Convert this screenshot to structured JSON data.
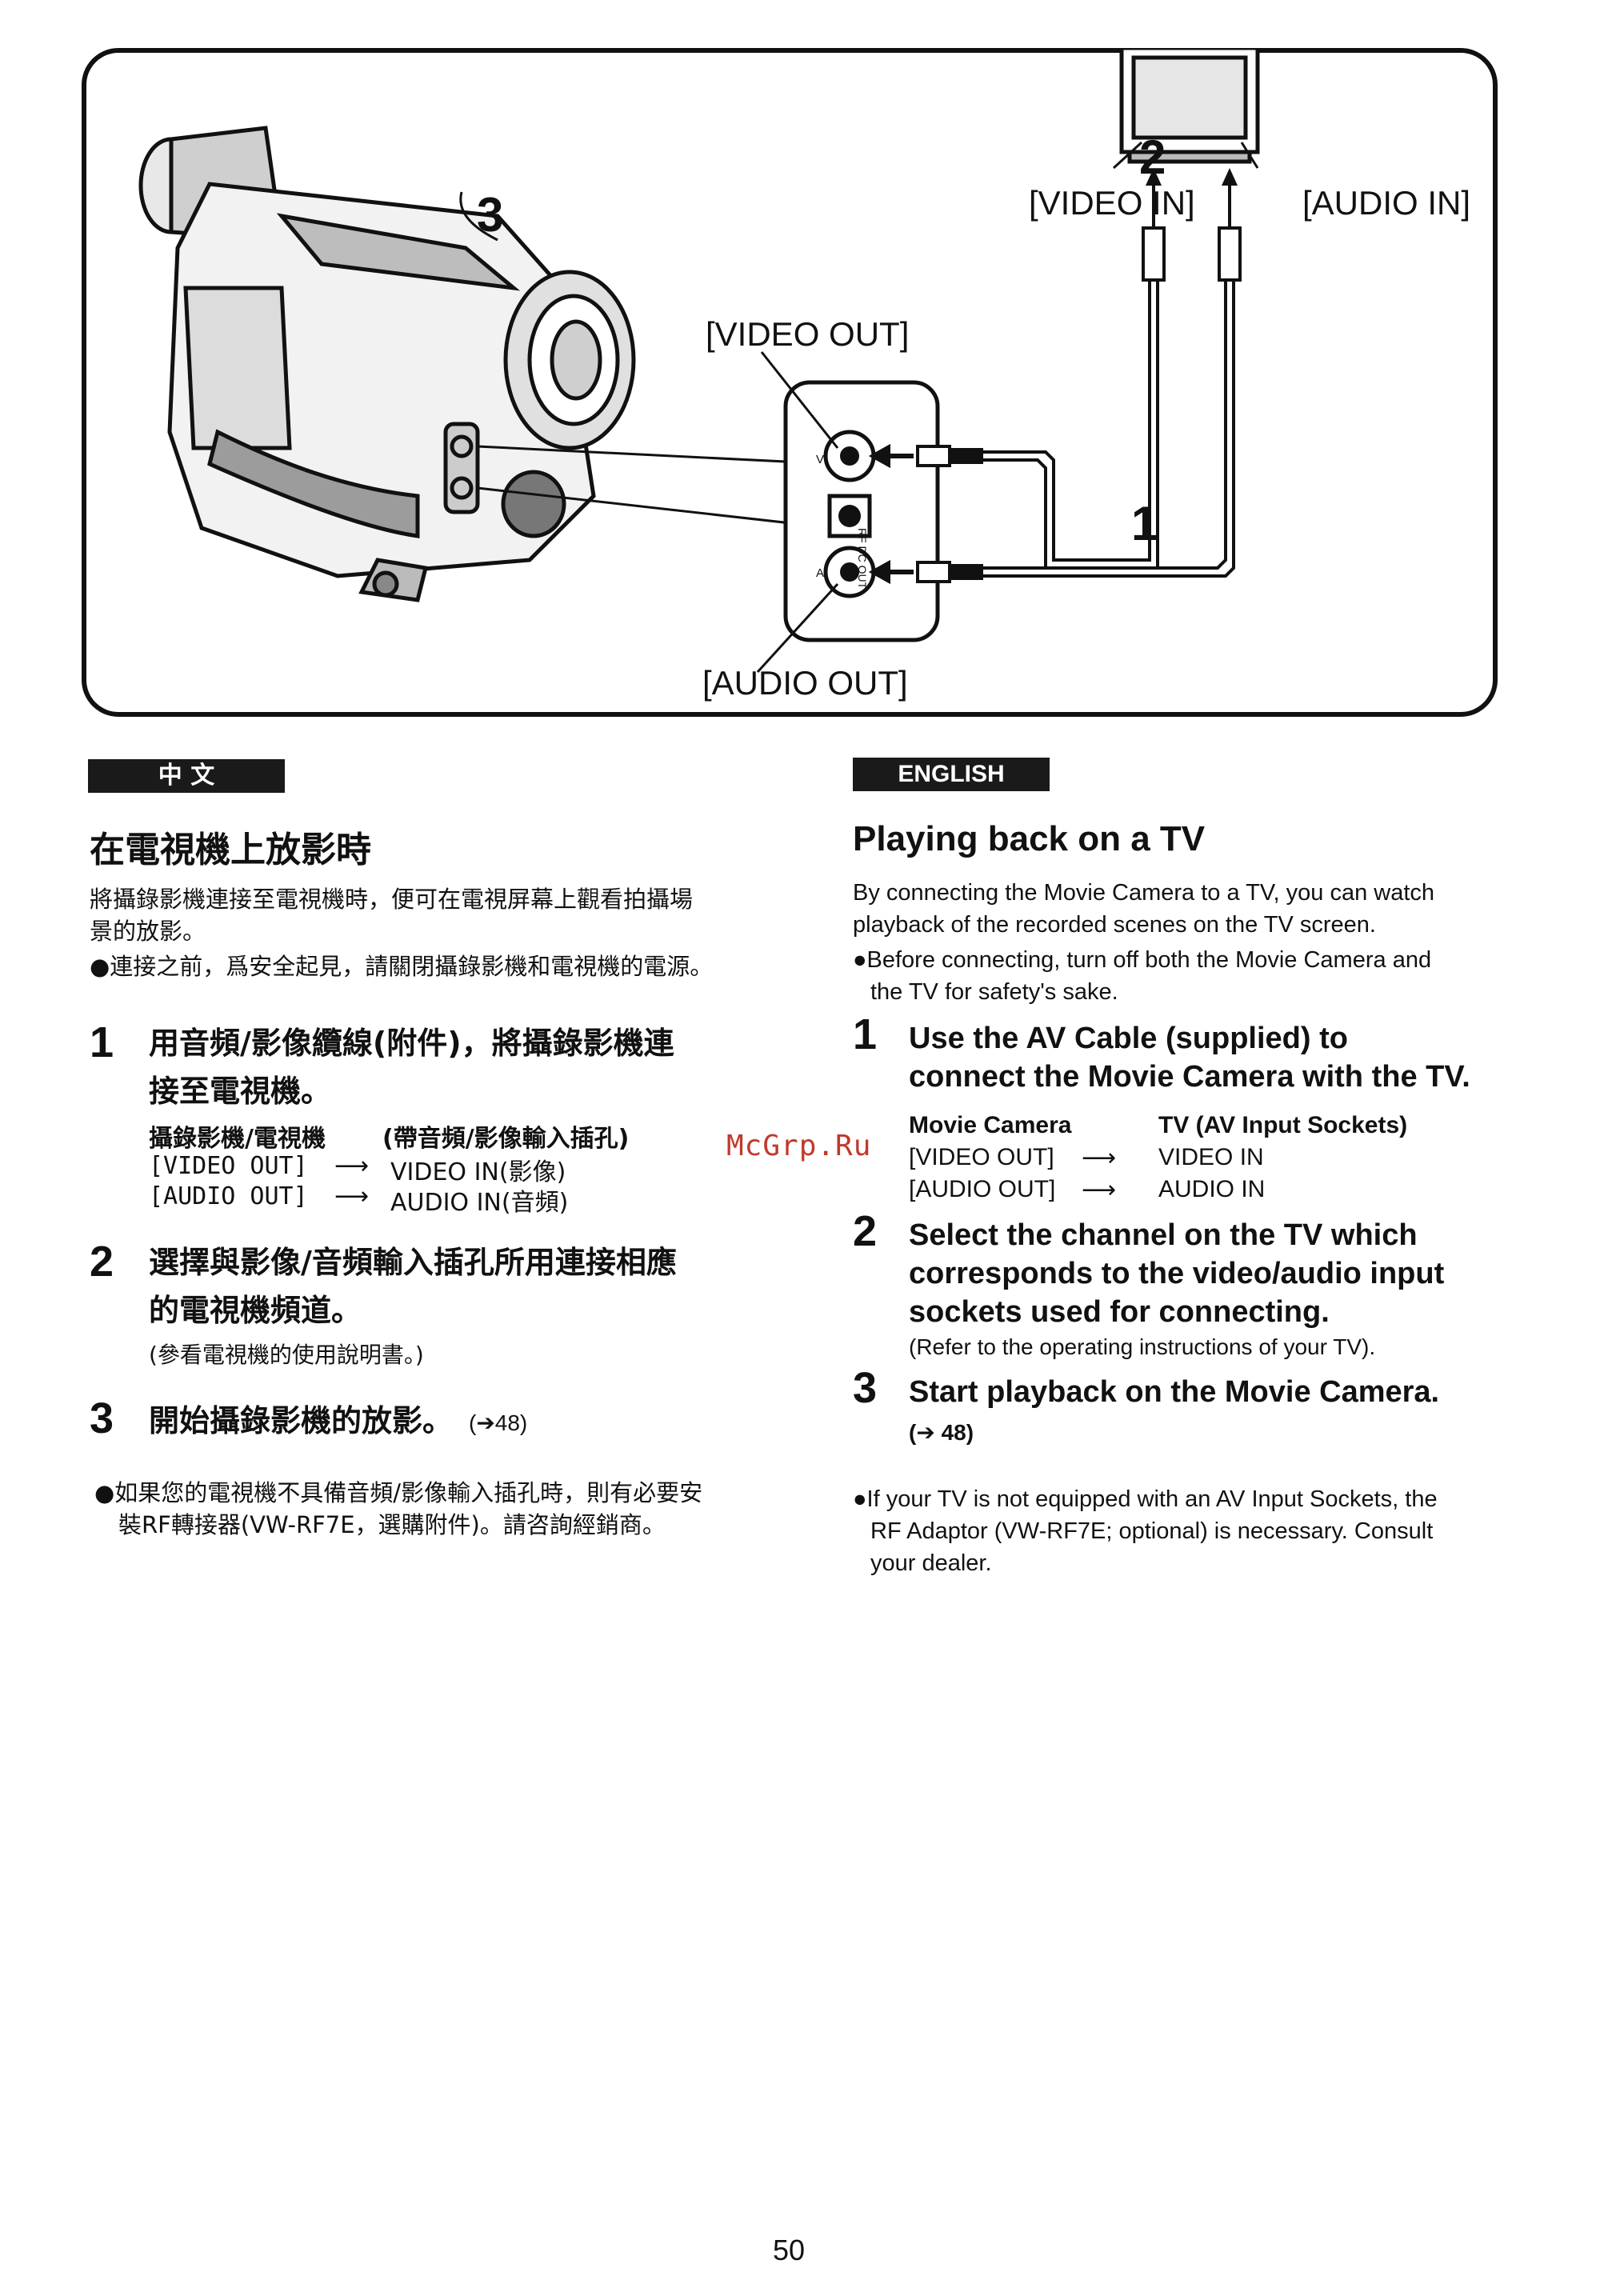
{
  "diagram": {
    "label_num_3": "3",
    "label_num_2": "2",
    "label_num_1": "1",
    "video_in": "[VIDEO IN]",
    "audio_in": "[AUDIO IN]",
    "video_out": "[VIDEO OUT]",
    "audio_out": "[AUDIO OUT]",
    "jack_v": "V",
    "jack_a": "A",
    "rf_dc_out": "RF DC OUT"
  },
  "chinese": {
    "lang_label": "中 文",
    "title": "在電視機上放影時",
    "intro_line1": "將攝錄影機連接至電視機時，便可在電視屏幕上觀看拍攝場",
    "intro_line2": "景的放影。",
    "bullet1": "●連接之前，爲安全起見，請關閉攝錄影機和電視機的電源。",
    "step1_num": "1",
    "step1_line1": "用音頻/影像纜線(附件)，將攝錄影機連",
    "step1_line2": "接至電視機。",
    "table_header_left": "攝錄影機/電視機",
    "table_header_right": "(帶音頻/影像輸入插孔)",
    "table_row1_left": "[VIDEO OUT]",
    "table_row1_right": "VIDEO IN(影像)",
    "table_row2_left": "[AUDIO OUT]",
    "table_row2_right": "AUDIO IN(音頻)",
    "step2_num": "2",
    "step2_line1": "選擇與影像/音頻輸入插孔所用連接相應",
    "step2_line2": "的電視機頻道。",
    "step2_note": "(參看電視機的使用說明書。)",
    "step3_num": "3",
    "step3_text": "開始攝錄影機的放影。",
    "step3_ref": "(➔48)",
    "bullet2_line1": "●如果您的電視機不具備音頻/影像輸入插孔時，則有必要安",
    "bullet2_line2": "裝RF轉接器(VW-RF7E，選購附件)。請咨詢經銷商。"
  },
  "english": {
    "lang_label": "ENGLISH",
    "title": "Playing back on a TV",
    "intro_line1": "By connecting the Movie Camera to a TV, you can watch",
    "intro_line2": "playback of the recorded scenes on the TV screen.",
    "bullet1_line1": "●Before connecting, turn off both the Movie Camera and",
    "bullet1_line2": "the TV for safety's sake.",
    "step1_num": "1",
    "step1_line1": "Use the AV Cable (supplied) to",
    "step1_line2": "connect the Movie Camera with the TV.",
    "table_header_left": "Movie Camera",
    "table_header_right": "TV (AV Input Sockets)",
    "table_row1_left": "[VIDEO OUT]",
    "table_row1_right": "VIDEO IN",
    "table_row2_left": "[AUDIO OUT]",
    "table_row2_right": "AUDIO IN",
    "step2_num": "2",
    "step2_line1": "Select the channel on the TV which",
    "step2_line2": "corresponds to the video/audio input",
    "step2_line3": "sockets used for connecting.",
    "step2_note": "(Refer to the operating instructions of your TV).",
    "step3_num": "3",
    "step3_text": "Start playback on the Movie Camera.",
    "step3_ref": "(➔ 48)",
    "bullet2_line1": "●If your TV is not equipped with an AV Input Sockets, the",
    "bullet2_line2": "RF Adaptor (VW-RF7E; optional) is necessary. Consult",
    "bullet2_line3": "your dealer."
  },
  "watermark": "McGrp.Ru",
  "page_number": "50"
}
